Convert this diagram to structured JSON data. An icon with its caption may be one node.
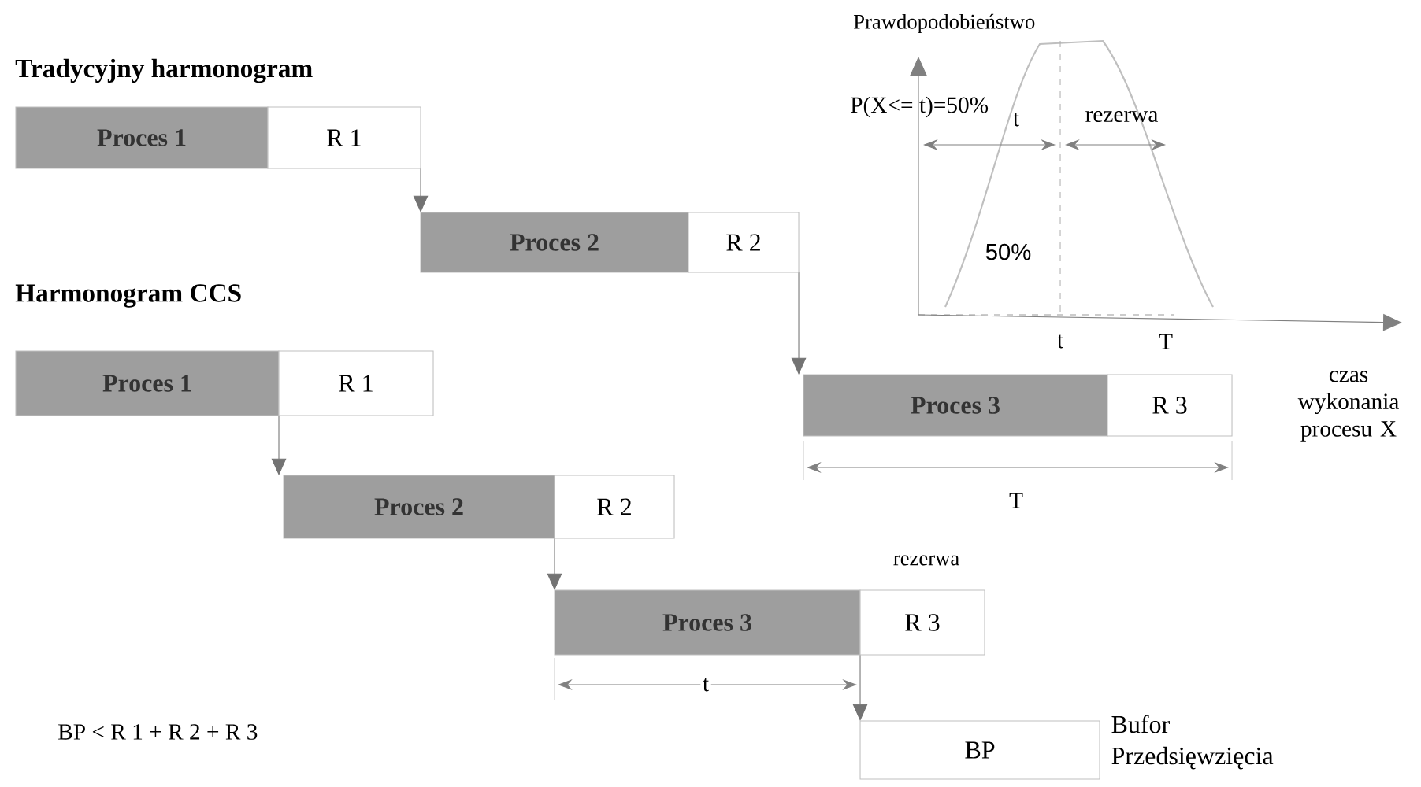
{
  "diagram": {
    "nodes": [
      {
        "text": [
          "Proces 1"
        ]
      },
      {
        "text": [
          "R 1"
        ]
      },
      {
        "text": [
          "Proces 2"
        ]
      },
      {
        "text": [
          "R 2"
        ]
      },
      {
        "text": [
          "Proces 3"
        ]
      },
      {
        "text": [
          "R 3"
        ]
      },
      {
        "text": [
          "Proces 1"
        ]
      },
      {
        "text": [
          "R 1"
        ]
      },
      {
        "text": [
          "Proces 2"
        ]
      },
      {
        "text": [
          "R 2"
        ]
      },
      {
        "text": [
          "Proces 3"
        ]
      },
      {
        "text": [
          "R 3"
        ]
      },
      {
        "text": [
          "BP"
        ],
        "beside": [
          "Bufor Przedsięwzięcia"
        ]
      }
    ],
    "edges": [
      {
        "from": 1,
        "to": 2,
        "arrow": "to"
      },
      {
        "from": 3,
        "to": 4,
        "arrow": "to"
      },
      {
        "from": 6,
        "to": 8,
        "arrow": "to"
      },
      {
        "from": 8,
        "to": 10,
        "arrow": "to"
      },
      {
        "from": 10,
        "to": 12,
        "arrow": "to"
      }
    ],
    "labels": [
      "Prawdopodobieństwo",
      "Tradycyjny harmonogram",
      "P(X<= t)=50%",
      "t",
      "rezerwa",
      "50%",
      "Harmonogram CCS",
      "t",
      "T",
      "czas wykonania procesu X",
      "T",
      "rezerwa",
      "t",
      "BP < R 1 + R 2 + R 3"
    ]
  }
}
